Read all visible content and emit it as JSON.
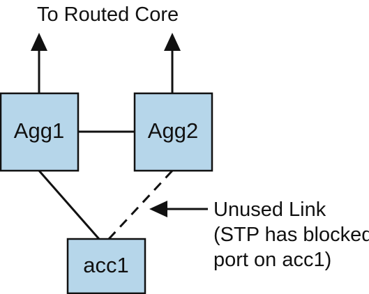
{
  "top_label": "To Routed Core",
  "nodes": {
    "agg1": "Agg1",
    "agg2": "Agg2",
    "acc1": "acc1"
  },
  "annotation": {
    "line1": "Unused Link",
    "line2": "(STP has blocked",
    "line3": "port on acc1)"
  },
  "colors": {
    "node_fill": "#b6d6ea",
    "stroke": "#111111"
  }
}
